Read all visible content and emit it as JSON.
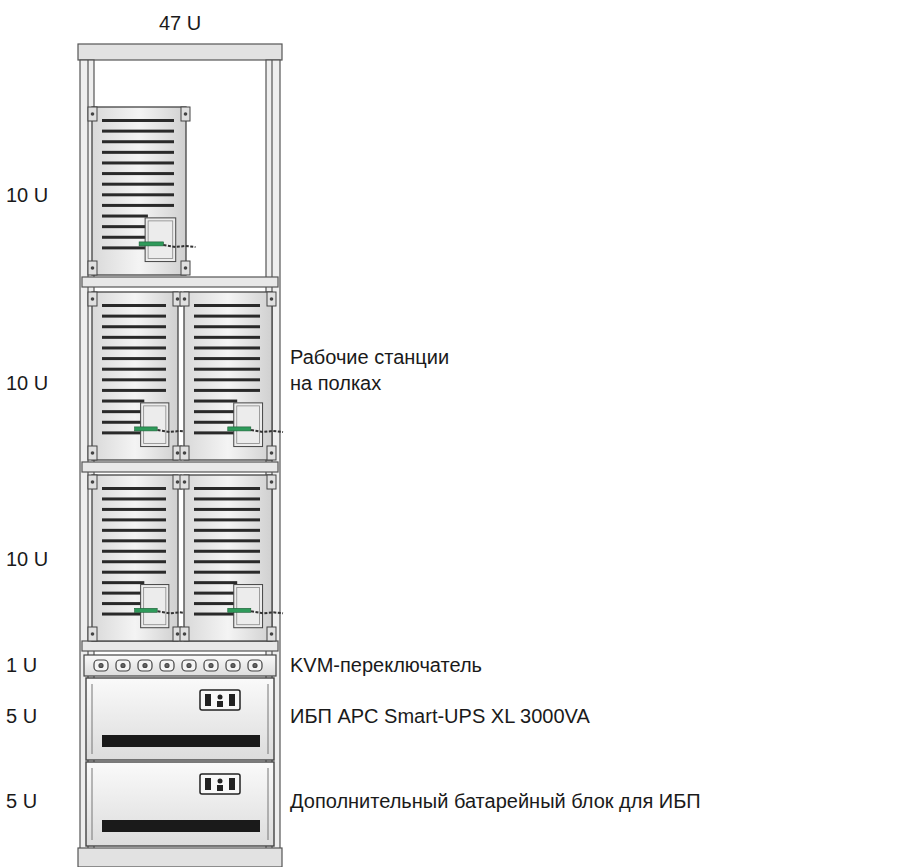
{
  "diagram": {
    "labels": [
      "47 U",
      "10 U",
      "10 U",
      "10 U",
      "1 U",
      "5 U",
      "5 U",
      "Рабочие станции на полках",
      "KVM-переключатель",
      "ИБП APC Smart-UPS XL 3000VA",
      "Дополнительный батарейный блок для ИБП"
    ]
  }
}
